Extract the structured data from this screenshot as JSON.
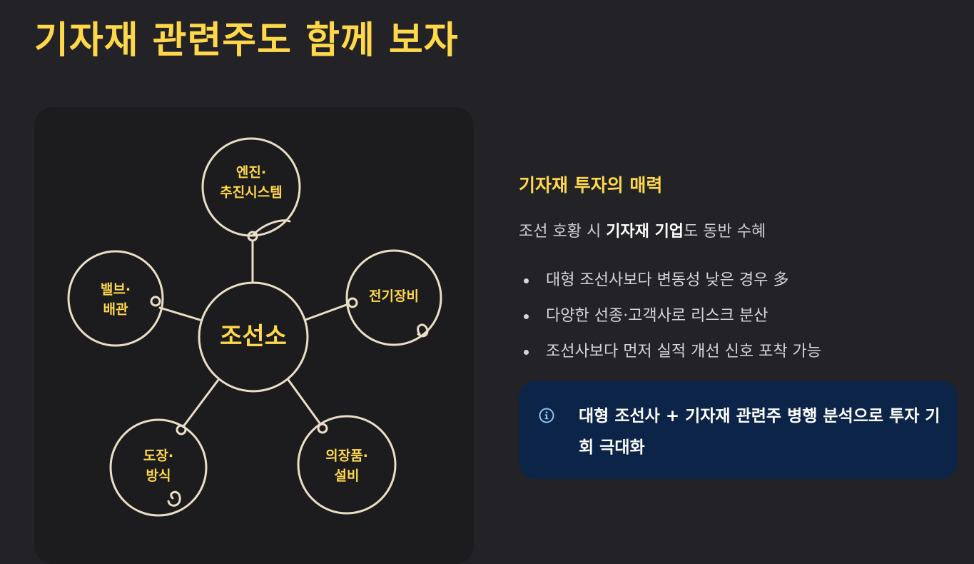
{
  "title": "기자재 관련주도 함께 보자",
  "diagram": {
    "center": "조선소",
    "nodes": [
      {
        "id": "engine",
        "lines": [
          "엔진·",
          "추진시스템"
        ]
      },
      {
        "id": "electric",
        "lines": [
          "전기장비"
        ]
      },
      {
        "id": "valve",
        "lines": [
          "밸브·",
          "배관"
        ]
      },
      {
        "id": "paint",
        "lines": [
          "도장·",
          "방식"
        ]
      },
      {
        "id": "outfitting",
        "lines": [
          "의장품·",
          "설비"
        ]
      }
    ]
  },
  "panel": {
    "heading": "기자재 투자의 매력",
    "intro_prefix": "조선 호황 시 ",
    "intro_bold": "기자재 기업",
    "intro_suffix": "도 동반 수혜",
    "bullets": [
      "대형 조선사보다 변동성 낮은 경우 多",
      "다양한 선종·고객사로 리스크 분산",
      "조선사보다 먼저 실적 개선 신호 포착 가능"
    ],
    "callout": "대형 조선사 + 기자재 관련주 병행 분석으로 투자 기회 극대화"
  },
  "colors": {
    "background": "#232327",
    "card": "#1c1c1f",
    "accent": "#ffd84a",
    "line": "#eadfc6",
    "callout_bg": "#0b2448",
    "info_icon": "#8fc3f0"
  },
  "icons": {
    "callout": "info-icon"
  }
}
